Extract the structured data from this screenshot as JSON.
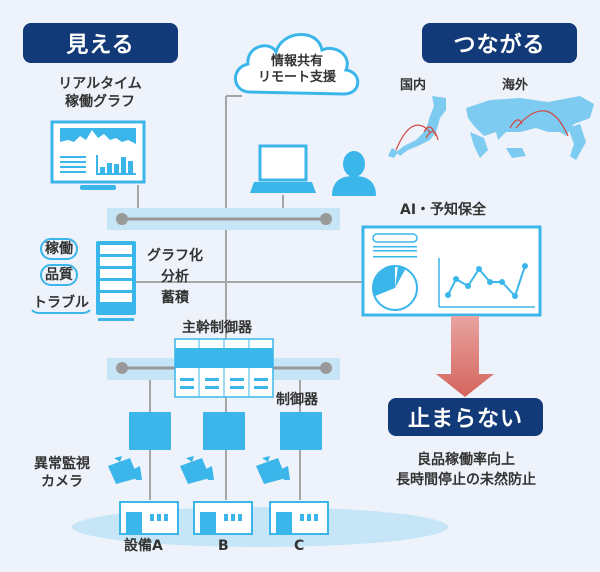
{
  "sections": {
    "see": "見える",
    "connect": "つながる",
    "nonstop": "止まらない"
  },
  "realtime_graph": {
    "line1": "リアルタイム",
    "line2": "稼働グラフ"
  },
  "cloud": {
    "line1": "情報共有",
    "line2": "リモート支援"
  },
  "map": {
    "domestic": "国内",
    "overseas": "海外"
  },
  "ai": {
    "title": "AI・予知保全"
  },
  "server_tags": [
    "稼働",
    "品質",
    "トラブル"
  ],
  "server_actions": {
    "line1": "グラフ化",
    "line2": "分析",
    "line3": "蓄積"
  },
  "main_controller": "主幹制御器",
  "controller": "制御器",
  "camera": {
    "line1": "異常監視",
    "line2": "カメラ"
  },
  "equipment": [
    "設備A",
    "B",
    "C"
  ],
  "benefits": {
    "line1": "良品稼働率向上",
    "line2": "長時間停止の未然防止"
  },
  "colors": {
    "navy": "#123a78",
    "blue": "#3bb6ea",
    "light_band": "#c6e6f7",
    "line_gray": "#a6a6a6",
    "arrow_red": "#d9736c",
    "background": "#eef2fa"
  }
}
